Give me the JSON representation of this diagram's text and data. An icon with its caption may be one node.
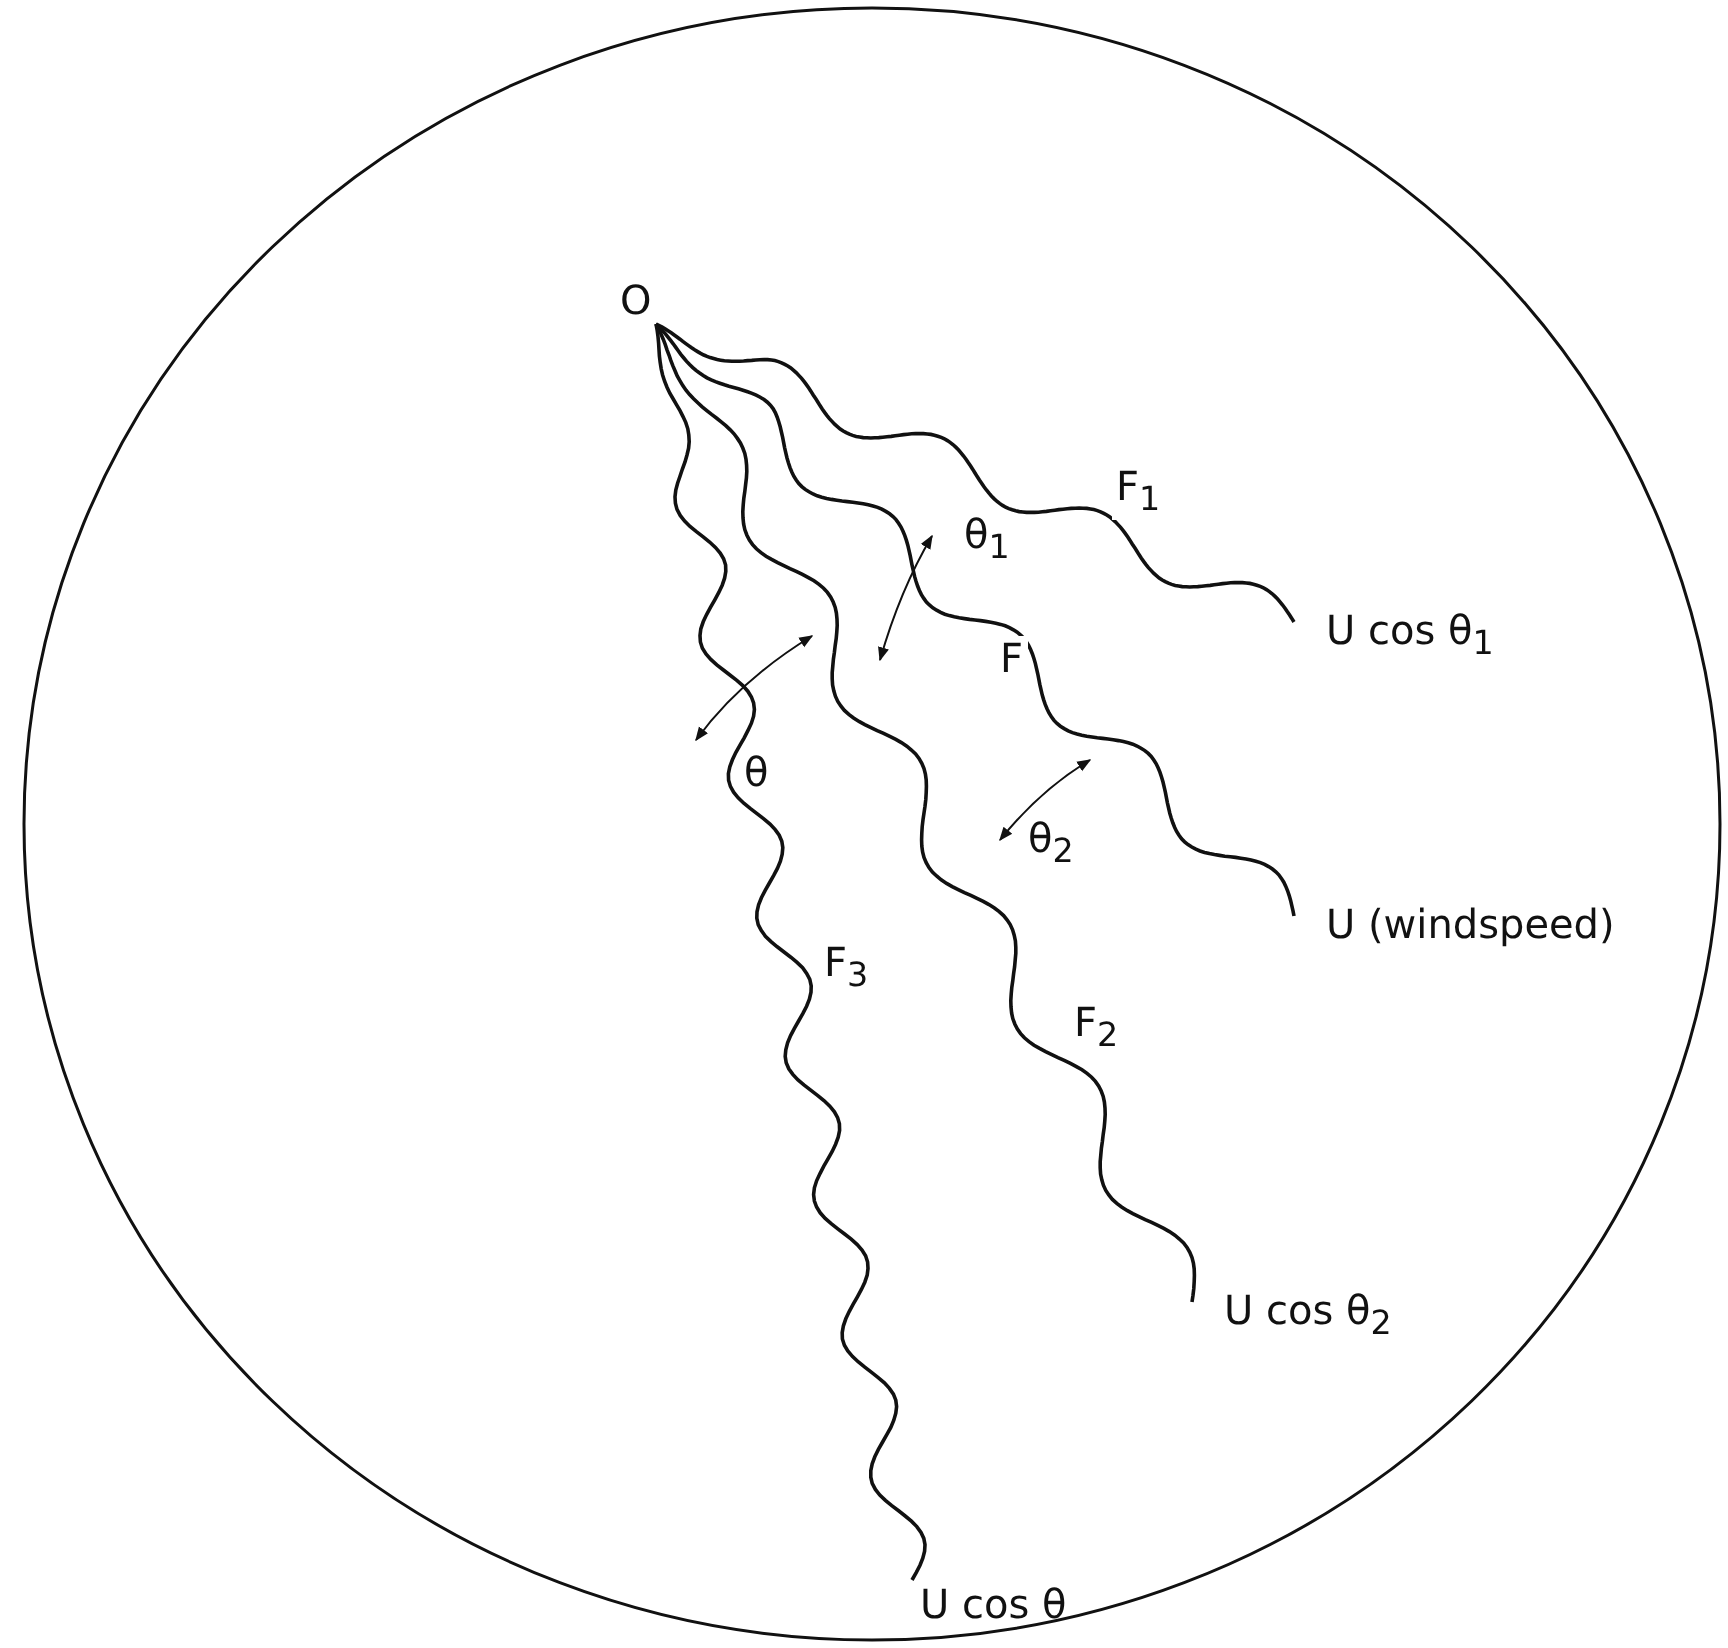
{
  "diagram": {
    "nodes": [
      {
        "text": [
          "O"
        ]
      },
      {
        "text": [
          "U cos θ$_{1}$"
        ]
      },
      {
        "text": [
          "U (windspeed)"
        ]
      },
      {
        "text": [
          "U cos θ$_{2}$"
        ]
      },
      {
        "text": [
          "U cos θ"
        ]
      }
    ],
    "edges": [
      {
        "from": 0,
        "to": 1,
        "arrow": "none",
        "label": "F$_{1}$"
      },
      {
        "from": 0,
        "to": 2,
        "arrow": "none",
        "label": "F"
      },
      {
        "from": 0,
        "to": 3,
        "arrow": "none",
        "label": "F$_{2}$"
      },
      {
        "from": 0,
        "to": 4,
        "arrow": "none",
        "label": "F$_{3}$"
      }
    ],
    "labels": [
      "θ$_{1}$",
      "θ",
      "θ$_{2}$"
    ]
  }
}
